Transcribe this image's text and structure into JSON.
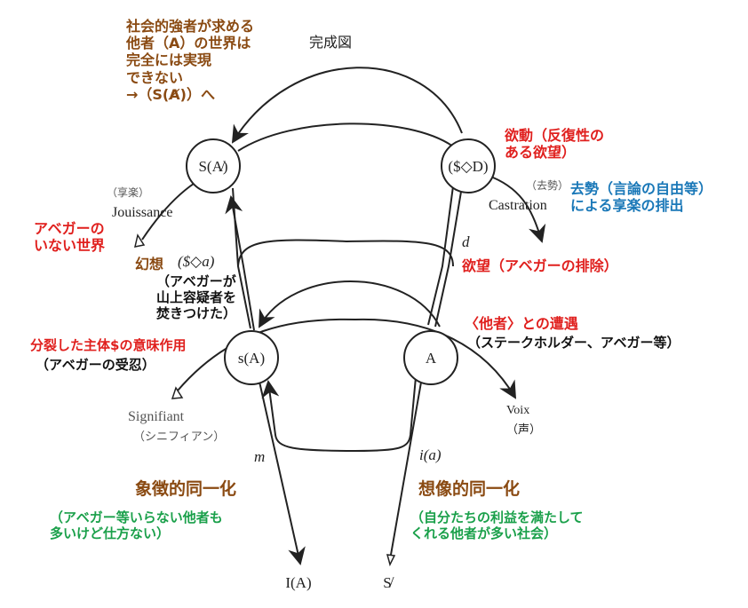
{
  "title": "完成図",
  "nodes": {
    "S_barred_A": "S(A̸)",
    "drive": "($◇D)",
    "s_A": "s(A)",
    "A": "A",
    "I_A": "I(A)",
    "S_barred": "S̸"
  },
  "edge_labels": {
    "d": "d",
    "m": "m",
    "i_a": "i(a)",
    "fantasy": "($◇a)"
  },
  "terms": {
    "jouissance_jp": "（享楽）",
    "jouissance": "Jouissance",
    "castration_jp": "（去勢）",
    "castration": "Castration",
    "signifiant": "Signifiant",
    "signifiant_jp": "（シニフィアン）",
    "voix": "Voix",
    "voix_jp": "（声）"
  },
  "annotations": {
    "top_left": [
      "社会的強者が求める",
      "他者（A）の世界は",
      "完全には実現",
      "できない",
      "→（S(A̸)）へ"
    ],
    "drive": [
      "欲動（反復性の",
      "ある欲望）"
    ],
    "castration": [
      "去勢（言論の自由等）",
      "による享楽の排出"
    ],
    "no_abe": [
      "アベガーの",
      "いない世界"
    ],
    "fantasy_word": "幻想",
    "fantasy_note": [
      "（アベガーが",
      "山上容疑者を",
      "焚きつけた）"
    ],
    "desire": "欲望（アベガーの排除）",
    "other_encounter": "〈他者〉との遭遇",
    "stakeholders": "（ステークホルダー、アベガー等）",
    "split_subject": "分裂した主体$の意味作用",
    "abe_accept": "（アベガーの受忍）",
    "symbolic_id": "象徴的同一化",
    "imaginary_id": "想像的同一化",
    "symbolic_note": [
      "（アベガー等いらない他者も",
      "多いけど仕方ない）"
    ],
    "imaginary_note": [
      "（自分たちの利益を満たして",
      "くれる他者が多い社会）"
    ]
  },
  "colors": {
    "brown": "#8a4a12",
    "red": "#e0201e",
    "blue": "#1a78b8",
    "green": "#1aa04a",
    "line": "#222222"
  }
}
